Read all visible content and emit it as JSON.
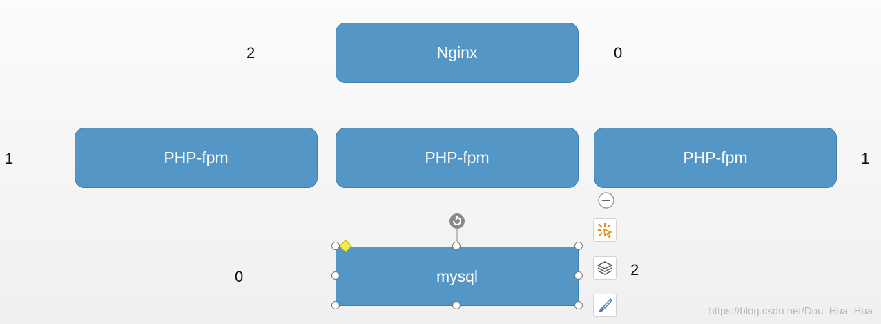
{
  "nodes": {
    "nginx": "Nginx",
    "php1": "PHP-fpm",
    "php2": "PHP-fpm",
    "php3": "PHP-fpm",
    "mysql": "mysql"
  },
  "numbers": {
    "nginx_left": "2",
    "nginx_right": "0",
    "php_left": "1",
    "php_right": "1",
    "mysql_left": "0",
    "mysql_right": "2"
  },
  "toolbar": {
    "collapse_icon": "minus-circle-icon",
    "animation_icon": "animation-effect-icon",
    "layout_icon": "layers-icon",
    "style_icon": "brush-icon"
  },
  "watermark": "https://blog.csdn.net/Dou_Hua_Hua",
  "colors": {
    "box_fill": "#5497c7",
    "box_border": "#3e7fae"
  }
}
